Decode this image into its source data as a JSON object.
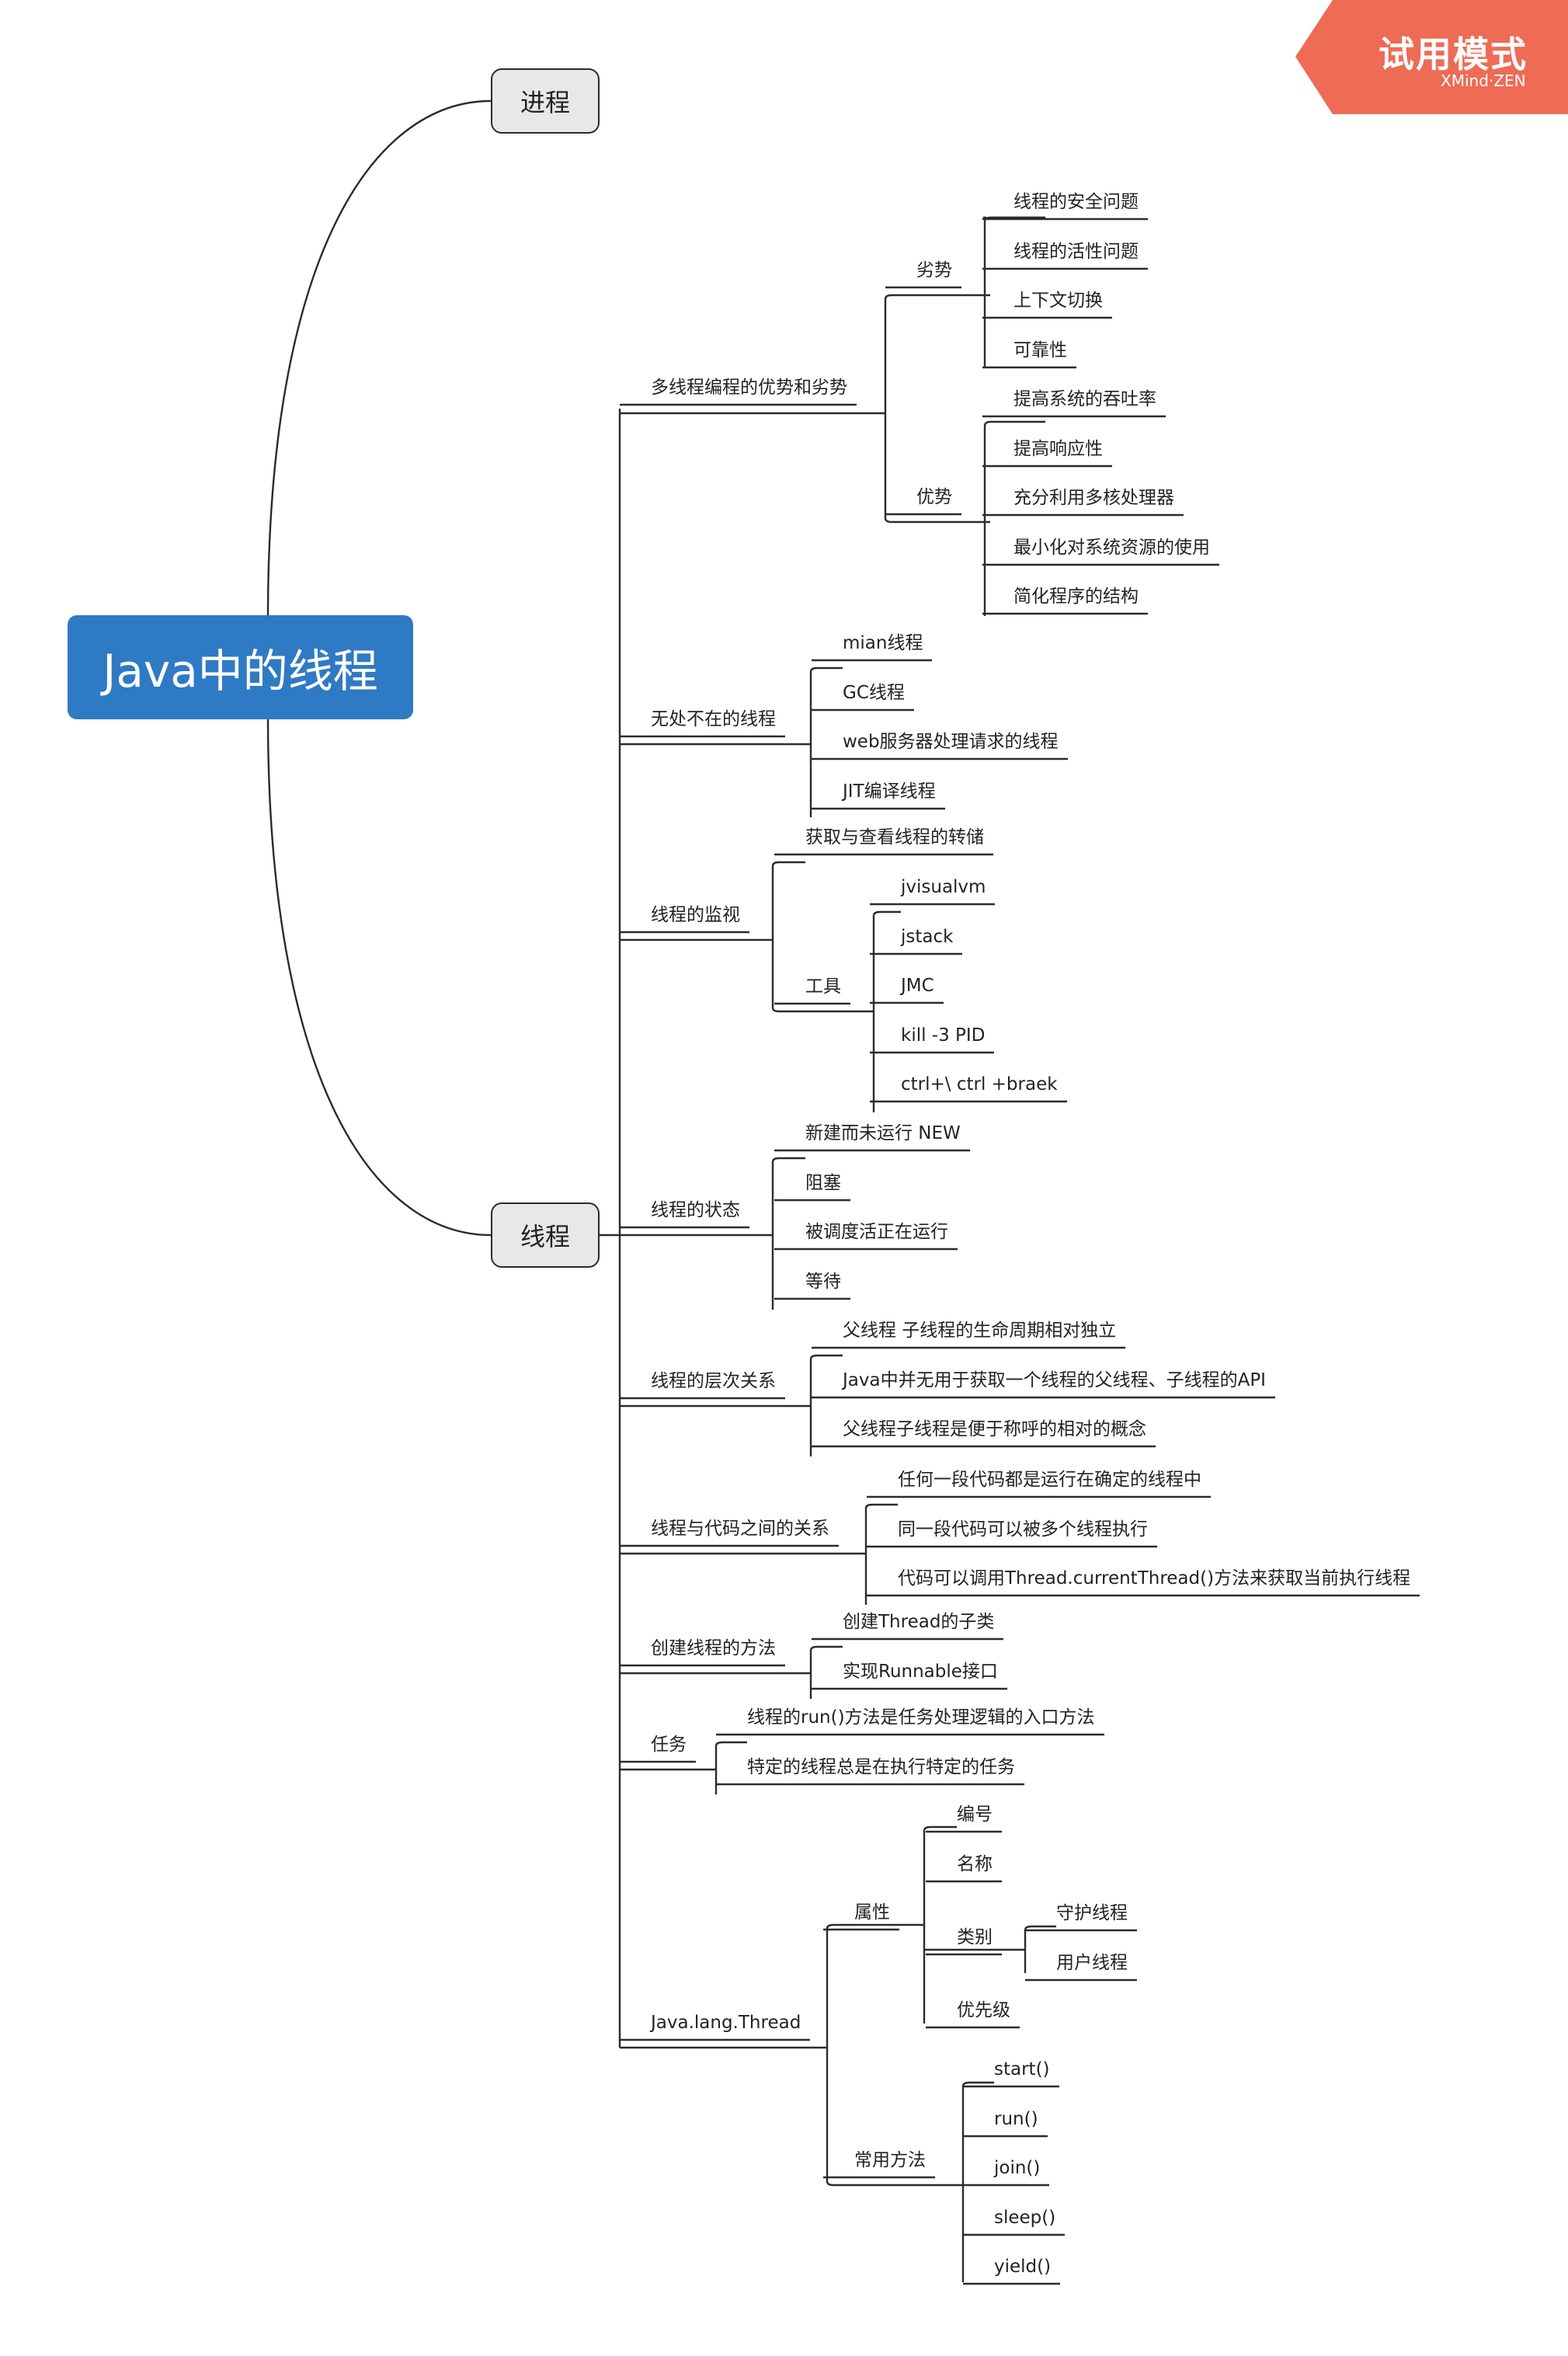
{
  "watermark": {
    "title": "试用模式",
    "subtitle": "XMind·ZEN",
    "color": "#ee6b55"
  },
  "root": {
    "label": "Java中的线程",
    "color": "#2f7ac4"
  },
  "main_topics": {
    "process": "进程",
    "thread": "线程"
  },
  "subtopics": {
    "multi": "多线程编程的优势和劣势",
    "everywhere": "无处不在的线程",
    "monitor": "线程的监视",
    "state": "线程的状态",
    "hierarchy": "线程的层次关系",
    "code": "线程与代码之间的关系",
    "create": "创建线程的方法",
    "task": "任务",
    "thread_class": "Java.lang.Thread"
  },
  "multi": {
    "disadvantage": "劣势",
    "disadvantage_items": [
      "线程的安全问题",
      "线程的活性问题",
      "上下文切换",
      "可靠性"
    ],
    "advantage": "优势",
    "advantage_items": [
      "提高系统的吞吐率",
      "提高响应性",
      "充分利用多核处理器",
      "最小化对系统资源的使用",
      "简化程序的结构"
    ]
  },
  "everywhere_items": [
    "mian线程",
    "GC线程",
    "web服务器处理请求的线程",
    "JIT编译线程"
  ],
  "monitor": {
    "dump": "获取与查看线程的转储",
    "tools": "工具",
    "tool_items": [
      "jvisualvm",
      "jstack",
      "JMC",
      "kill -3 PID",
      "ctrl+\\   ctrl +braek"
    ]
  },
  "state_items": [
    "新建而未运行 NEW",
    "阻塞",
    "被调度活正在运行",
    "等待"
  ],
  "hierarchy_items": [
    "父线程 子线程的生命周期相对独立",
    "Java中并无用于获取一个线程的父线程、子线程的API",
    "父线程子线程是便于称呼的相对的概念"
  ],
  "code_items": [
    "任何一段代码都是运行在确定的线程中",
    "同一段代码可以被多个线程执行",
    "代码可以调用Thread.currentThread()方法来获取当前执行线程"
  ],
  "create_items": [
    "创建Thread的子类",
    "实现Runnable接口"
  ],
  "task_items": [
    "线程的run()方法是任务处理逻辑的入口方法",
    "特定的线程总是在执行特定的任务"
  ],
  "thread_class": {
    "attrs": "属性",
    "attr_items": {
      "id": "编号",
      "name": "名称",
      "category": "类别",
      "priority": "优先级"
    },
    "category_items": [
      "守护线程",
      "用户线程"
    ],
    "methods": "常用方法",
    "method_items": [
      "start()",
      "run()",
      "join()",
      "sleep()",
      "yield()"
    ]
  }
}
